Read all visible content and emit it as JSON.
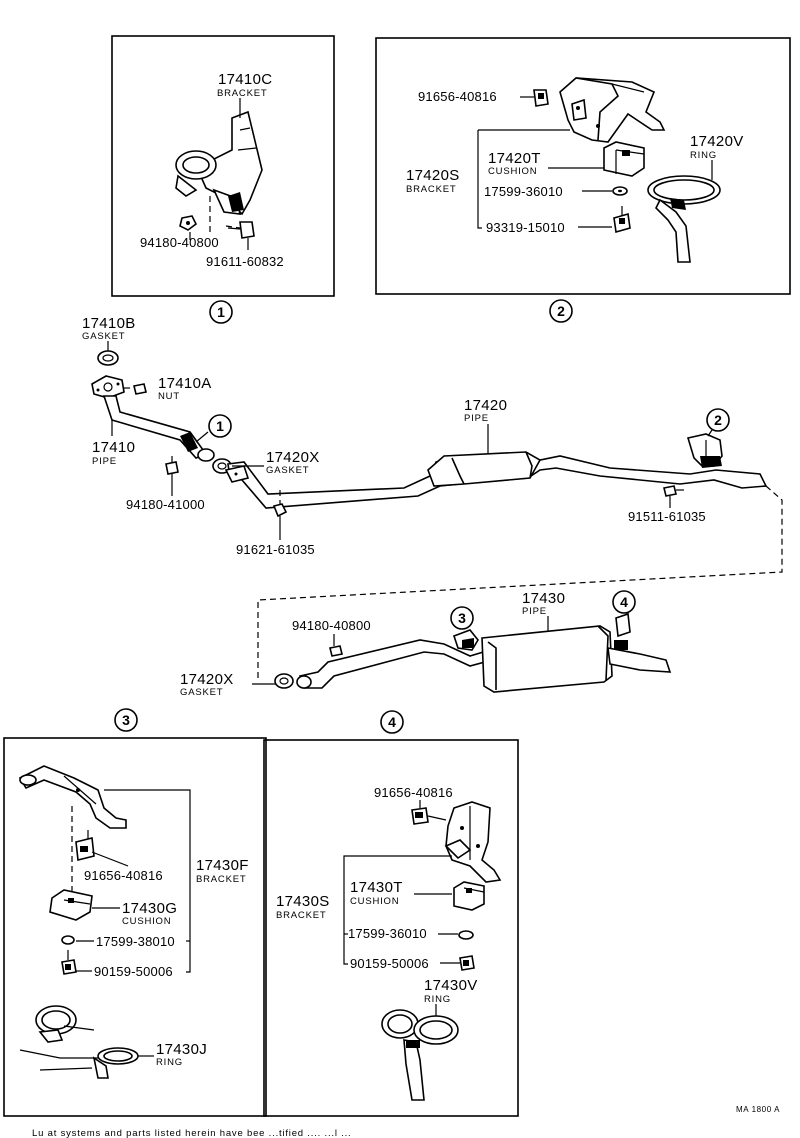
{
  "callouts": {
    "c1": "1",
    "c2": "2",
    "c3": "3",
    "c4": "4"
  },
  "parts": {
    "p17410C": "17410C",
    "bracket": "BRACKET",
    "p94180_40800": "94180-40800",
    "p91611_60832": "91611-60832",
    "p91656_40816": "91656-40816",
    "p17420S": "17420S",
    "p17420T": "17420T",
    "cushion": "CUSHION",
    "p17599_36010": "17599-36010",
    "p93319_15010": "93319-15010",
    "p17420V": "17420V",
    "ring": "RING",
    "p17410B": "17410B",
    "gasket": "GASKET",
    "p17410A": "17410A",
    "nut": "NUT",
    "p17410": "17410",
    "pipe": "PIPE",
    "p94180_41000": "94180-41000",
    "p17420X": "17420X",
    "p91621_61035": "91621-61035",
    "p17420": "17420",
    "p91511_61035": "91511-61035",
    "p17430": "17430",
    "p17430F": "17430F",
    "p17430G": "17430G",
    "p17599_38010": "17599-38010",
    "p90159_50006": "90159-50006",
    "p17430J": "17430J",
    "p17430S": "17430S",
    "p17430T": "17430T",
    "p17430V": "17430V"
  },
  "footer": {
    "code": "MA 1800 A",
    "note": "Lu  at  systems  and  parts  listed  herein  have  bee    ...tified    ....   ...l    ..."
  }
}
